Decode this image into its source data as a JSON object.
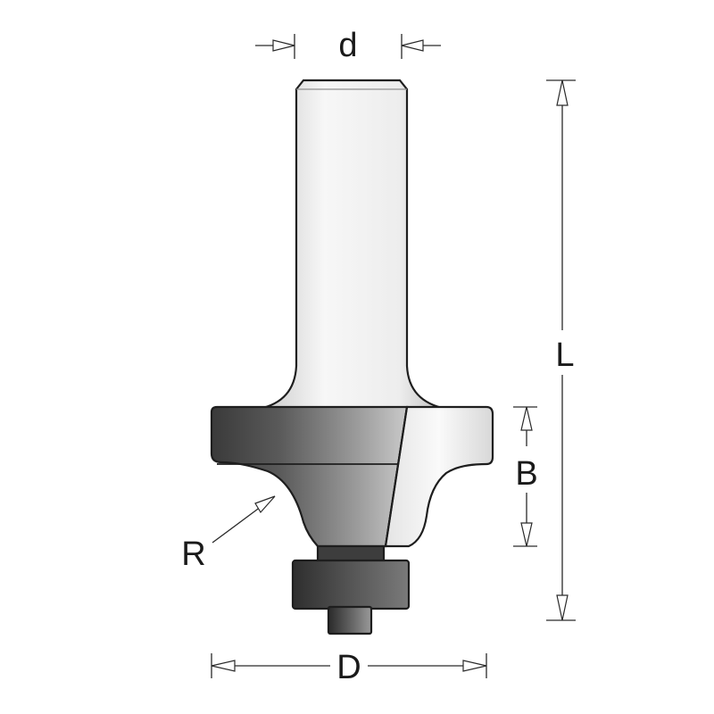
{
  "diagram": {
    "labels": {
      "shank_diameter": "d",
      "overall_length": "L",
      "cutting_height": "B",
      "radius": "R",
      "cutting_diameter": "D"
    },
    "colors": {
      "shank_light": "#f2f2f2",
      "shank_mid": "#cfcfcf",
      "body_dark": "#3f3f3f",
      "body_mid": "#8a8a8a",
      "body_light": "#dcdcdc",
      "outline": "#1e1e1e"
    }
  }
}
